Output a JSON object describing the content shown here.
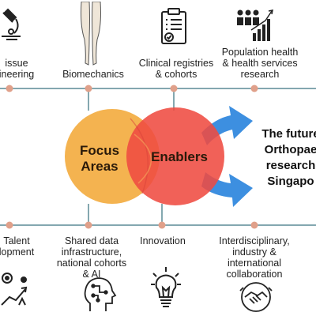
{
  "focus_areas": {
    "title": "Focus\nAreas",
    "items": [
      {
        "label": "issue\nineering",
        "icon": "microscope-icon"
      },
      {
        "label": "Biomechanics",
        "icon": "legs-icon"
      },
      {
        "label": "Clinical registries\n& cohorts",
        "icon": "clipboard-icon"
      },
      {
        "label": "Population health\n& health services\nresearch",
        "icon": "population-chart-icon"
      }
    ]
  },
  "enablers": {
    "title": "Enablers",
    "items": [
      {
        "label": "Talent\nlopment",
        "icon": "team-growth-icon"
      },
      {
        "label": "Shared data\ninfrastructure,\nnational cohorts\n& AI",
        "icon": "ai-head-icon"
      },
      {
        "label": "Innovation",
        "icon": "lightbulb-icon"
      },
      {
        "label": "Interdisciplinary,\nindustry &\ninternational\ncollaboration",
        "icon": "handshake-icon"
      }
    ]
  },
  "outcome": "The future\nOrthopae\nresearch\nSingapo",
  "colors": {
    "focus_circle": "#f4b350",
    "enablers_circle": "#ef4b41",
    "arrow": "#3d8fe0",
    "timeline": "#5a8a96",
    "dot": "#e0a08a"
  }
}
